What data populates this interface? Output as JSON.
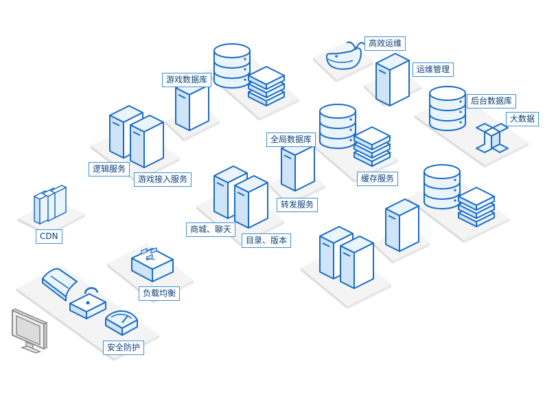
{
  "labels": {
    "ops": "高效运维",
    "ops_mgmt": "运维管理",
    "game_db": "游戏数据库",
    "backend_db": "后台数据库",
    "bigdata": "大数据",
    "global_db": "全局数据库",
    "cache": "缓存服务",
    "logic": "逻辑服务",
    "access": "游戏接入服务",
    "forward": "转发服务",
    "mall_chat": "商城、聊天",
    "catalog_version": "目录、版本",
    "cdn": "CDN",
    "lb": "负载均衡",
    "security": "安全防护"
  },
  "colors": {
    "stroke": "#1a6bc4",
    "face_light": "#eaf4fd",
    "face_mid": "#cfe4f8",
    "face_dark": "#b8d6f2",
    "platform_top": "#f4f4f4",
    "platform_side": "#dcdcdc",
    "label_border": "#3d8fd6",
    "label_text": "#0b3f78"
  }
}
